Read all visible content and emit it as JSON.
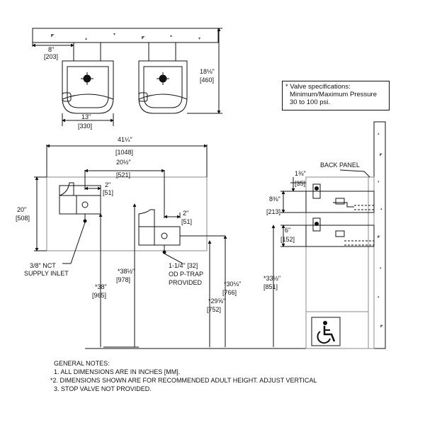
{
  "plan_view": {
    "width_dim": "8\"",
    "width_dim_mm": "[203]",
    "depth_dim": "18⅛\"",
    "depth_dim_mm": "[460]",
    "bowl_width_dim": "13\"",
    "bowl_width_dim_mm": "[330]"
  },
  "valve_specs": {
    "line1": "* Valve specifications:",
    "line2": "Minimum/Maximum Pressure",
    "line3": "30 to 100 psi."
  },
  "front_view": {
    "overall_width": "41¼\"",
    "overall_width_mm": "[1048]",
    "center_spacing": "20½\"",
    "center_spacing_mm": "[521]",
    "height": "20\"",
    "height_mm": "[508]",
    "offset_upper": "2\"",
    "offset_upper_mm": "[51]",
    "offset_lower": "2\"",
    "offset_lower_mm": "[51]",
    "supply_inlet_1": "3/8\" NCT",
    "supply_inlet_2": "SUPPLY INLET",
    "ptrap_1": "1-1/4\" [32]",
    "ptrap_2": "OD P-TRAP",
    "ptrap_3": "PROVIDED",
    "dim_38_half": "*38½\"",
    "dim_38_half_mm": "[978]",
    "dim_38": "*38\"",
    "dim_38_mm": "[965]",
    "dim_30_eighth": "*30⅛\"",
    "dim_30_eighth_mm": "[766]",
    "dim_29_fiveeighths": "*29⅝\"",
    "dim_29_fiveeighths_mm": "[752]"
  },
  "side_view": {
    "back_panel": "BACK PANEL",
    "dim_1_3_8": "1⅜\"",
    "dim_1_3_8_mm": "[35]",
    "dim_8_3_8": "8⅜\"",
    "dim_8_3_8_mm": "[213]",
    "dim_6": "6\"",
    "dim_6_mm": "[152]",
    "dim_33_half": "*33½\"",
    "dim_33_half_mm": "[851]"
  },
  "general_notes": {
    "title": "GENERAL NOTES:",
    "note1": "1. ALL DIMENSIONS ARE IN INCHES [MM].",
    "note2": "*2. DIMENSIONS SHOWN ARE FOR RECOMMENDED ADULT HEIGHT. ADJUST VERTICAL",
    "note3": "3. STOP VALVE NOT PROVIDED."
  },
  "colors": {
    "line": "#111111",
    "background": "#ffffff",
    "hatch": "#555555"
  },
  "icons": [
    "wheelchair-accessibility-icon",
    "bubbler-icon"
  ]
}
